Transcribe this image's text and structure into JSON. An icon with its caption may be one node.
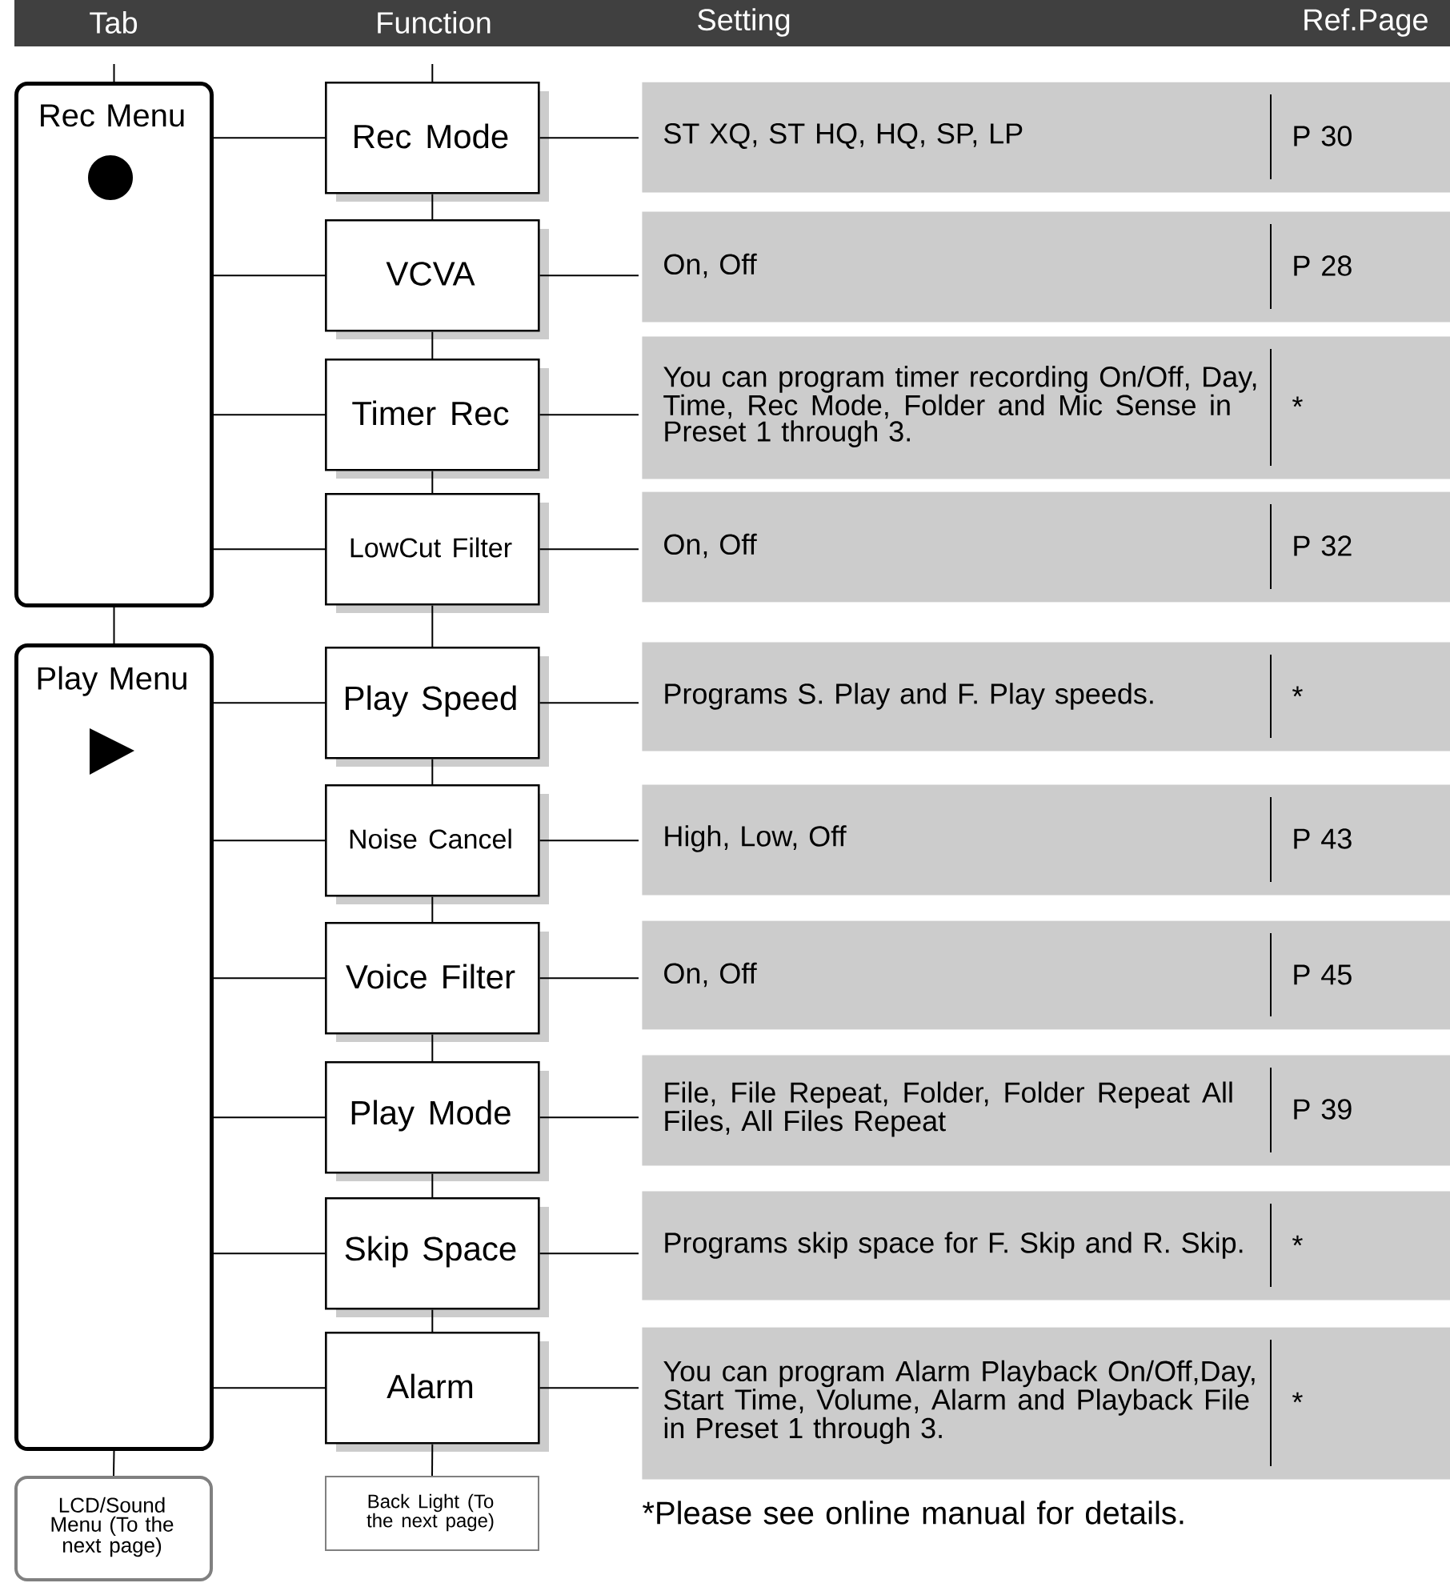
{
  "diagram": {
    "nodes": [
      {
        "text": [
          "Rec Menu"
        ]
      },
      {
        "text": [
          "Play Menu"
        ]
      },
      {
        "text": [
          "LCD/Sound Menu (To the next page)"
        ]
      },
      {
        "text": [
          "Rec Mode"
        ]
      },
      {
        "text": [
          "VCVA"
        ]
      },
      {
        "text": [
          "Timer Rec"
        ]
      },
      {
        "text": [
          "LowCut Filter"
        ]
      },
      {
        "text": [
          "Play Speed"
        ]
      },
      {
        "text": [
          "Noise Cancel"
        ]
      },
      {
        "text": [
          "Voice Filter"
        ]
      },
      {
        "text": [
          "Play Mode"
        ]
      },
      {
        "text": [
          "Skip Space"
        ]
      },
      {
        "text": [
          "Alarm"
        ]
      },
      {
        "text": [
          "Back Light (To the next page)"
        ]
      },
      {
        "text": [
          "ST XQ, ST HQ, HQ, SP, LP",
          "P 30"
        ]
      },
      {
        "text": [
          "On, Off",
          "P 28"
        ]
      },
      {
        "text": [
          "You can program timer recording On/Off, Day, Time, Rec Mode, Folder and Mic Sense in Preset 1 through 3.",
          "*"
        ]
      },
      {
        "text": [
          "On, Off",
          "P 32"
        ]
      },
      {
        "text": [
          "Programs S. Play and F. Play speeds.",
          "*"
        ]
      },
      {
        "text": [
          "High, Low, Off",
          "P 43"
        ]
      },
      {
        "text": [
          "On, Off",
          "P 45"
        ]
      },
      {
        "text": [
          "File, File Repeat, Folder, Folder Repeat All Files, All Files Repeat",
          "P 39"
        ]
      },
      {
        "text": [
          "Programs skip space for F. Skip and R. Skip.",
          "*"
        ]
      },
      {
        "text": [
          "You can program Alarm Playback On/Off,Day, Start Time, Volume, Alarm and Playback File in Preset 1 through 3.",
          "*"
        ]
      }
    ],
    "edges": [
      {
        "from": null,
        "to": 0,
        "arrow": "none"
      },
      {
        "from": 0,
        "to": 1,
        "arrow": "none"
      },
      {
        "from": 1,
        "to": 2,
        "arrow": "none"
      },
      {
        "from": null,
        "to": 3,
        "arrow": "none"
      },
      {
        "from": 3,
        "to": 4,
        "arrow": "none"
      },
      {
        "from": 4,
        "to": 5,
        "arrow": "none"
      },
      {
        "from": 5,
        "to": 6,
        "arrow": "none"
      },
      {
        "from": 6,
        "to": 7,
        "arrow": "none"
      },
      {
        "from": 7,
        "to": 8,
        "arrow": "none"
      },
      {
        "from": 8,
        "to": 9,
        "arrow": "none"
      },
      {
        "from": 9,
        "to": 10,
        "arrow": "none"
      },
      {
        "from": 10,
        "to": 11,
        "arrow": "none"
      },
      {
        "from": 11,
        "to": 12,
        "arrow": "none"
      },
      {
        "from": 12,
        "to": 13,
        "arrow": "none"
      },
      {
        "from": 0,
        "to": 3,
        "arrow": "none"
      },
      {
        "from": 0,
        "to": 4,
        "arrow": "none"
      },
      {
        "from": 0,
        "to": 5,
        "arrow": "none"
      },
      {
        "from": 0,
        "to": 6,
        "arrow": "none"
      },
      {
        "from": 1,
        "to": 7,
        "arrow": "none"
      },
      {
        "from": 1,
        "to": 8,
        "arrow": "none"
      },
      {
        "from": 1,
        "to": 9,
        "arrow": "none"
      },
      {
        "from": 1,
        "to": 10,
        "arrow": "none"
      },
      {
        "from": 1,
        "to": 11,
        "arrow": "none"
      },
      {
        "from": 1,
        "to": 12,
        "arrow": "none"
      },
      {
        "from": 3,
        "to": 14,
        "arrow": "none"
      },
      {
        "from": 4,
        "to": 15,
        "arrow": "none"
      },
      {
        "from": 5,
        "to": 16,
        "arrow": "none"
      },
      {
        "from": 6,
        "to": 17,
        "arrow": "none"
      },
      {
        "from": 7,
        "to": 18,
        "arrow": "none"
      },
      {
        "from": 8,
        "to": 19,
        "arrow": "none"
      },
      {
        "from": 9,
        "to": 20,
        "arrow": "none"
      },
      {
        "from": 10,
        "to": 21,
        "arrow": "none"
      },
      {
        "from": 11,
        "to": 22,
        "arrow": "none"
      },
      {
        "from": 12,
        "to": 23,
        "arrow": "none"
      }
    ],
    "labels": [
      "Tab",
      "Function",
      "Setting",
      "Ref.Page",
      "*Please see online manual for details."
    ]
  }
}
